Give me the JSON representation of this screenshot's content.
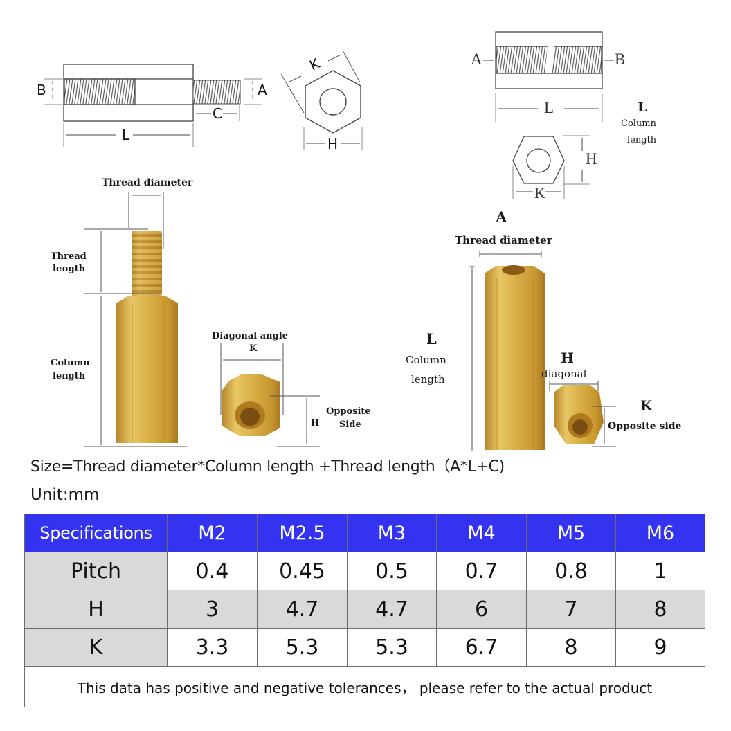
{
  "diagram_top_left": {
    "labels": {
      "B": "B",
      "A": "A",
      "C": "C",
      "L": "L",
      "K": "K",
      "H": "H"
    }
  },
  "diagram_top_right": {
    "labels": {
      "A": "A",
      "B": "B",
      "L": "L",
      "H": "H",
      "K": "K"
    },
    "caption": {
      "title": "L",
      "line1": "Column",
      "line2": "length"
    }
  },
  "photo_left": {
    "thread_diameter": "Thread diameter",
    "thread_length_1": "Thread",
    "thread_length_2": "length",
    "column_length_1": "Column",
    "column_length_2": "length",
    "diagonal_angle": "Diagonal angle",
    "k": "K",
    "h": "H",
    "opposite_1": "Opposite",
    "opposite_2": "Side"
  },
  "photo_right": {
    "a": "A",
    "thread_diameter": "Thread diameter",
    "l": "L",
    "column_1": "Column",
    "column_2": "length",
    "h": "H",
    "diagonal": "diagonal",
    "k": "K",
    "opposite": "Opposite side"
  },
  "formula": "Size=Thread diameter*Column length +Thread length（A*L+C)",
  "unit": "Unit:mm",
  "table": {
    "header": [
      "Specifications",
      "M2",
      "M2.5",
      "M3",
      "M4",
      "M5",
      "M6"
    ],
    "rows": [
      {
        "label": "Pitch",
        "values": [
          "0.4",
          "0.45",
          "0.5",
          "0.7",
          "0.8",
          "1"
        ]
      },
      {
        "label": "H",
        "values": [
          "3",
          "4.7",
          "4.7",
          "6",
          "7",
          "8"
        ]
      },
      {
        "label": "K",
        "values": [
          "3.3",
          "5.3",
          "5.3",
          "6.7",
          "8",
          "9"
        ]
      }
    ],
    "note": "This data has positive and negative tolerances， please refer to the actual product"
  },
  "colors": {
    "header_bg": "#3333f0",
    "header_text": "#ffffff",
    "shade_bg": "#d9d9d9",
    "brass": "#d4a73a"
  }
}
